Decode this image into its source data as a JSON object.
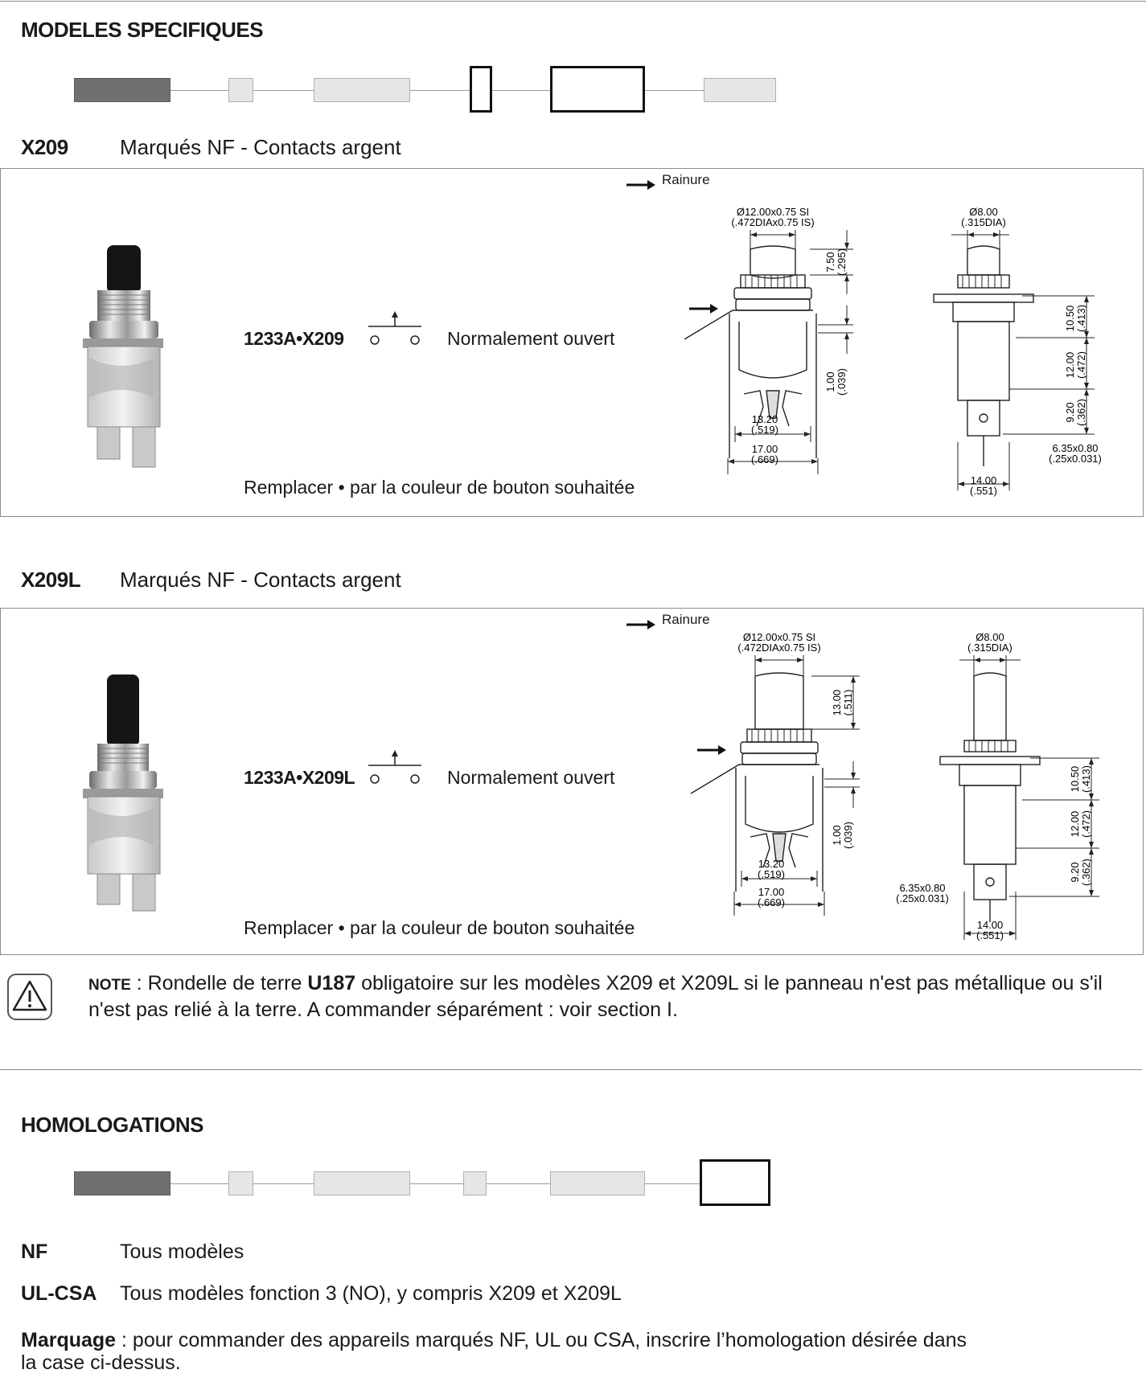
{
  "modeles": {
    "title": "MODELES SPECIFIQUES",
    "items": [
      {
        "code": "X209",
        "description": "Marqués NF - Contacts argent",
        "rainure": "Rainure",
        "reference": "1233A•X209",
        "function_label": "Normalement ouvert",
        "replace_note": "Remplacer • par la couleur de bouton souhaitée",
        "dimensions": {
          "thread": "Ø12.00x0.75 SI",
          "thread_in": "(.472DIAx0.75 IS)",
          "button_dia": "Ø8.00",
          "button_dia_in": "(.315DIA)",
          "button_height": "7.50",
          "button_height_in": "(.295)",
          "washer": "1.00",
          "washer_in": "(.039)",
          "w1": "13.20",
          "w1_in": "(.519)",
          "w2": "17.00",
          "w2_in": "(.669)",
          "h1": "10.50",
          "h1_in": "(.413)",
          "h2": "12.00",
          "h2_in": "(.472)",
          "h3": "9.20",
          "h3_in": "(.362)",
          "tab": "6.35x0.80",
          "tab_in": "(.25x0.031)",
          "w3": "14.00",
          "w3_in": "(.551)"
        }
      },
      {
        "code": "X209L",
        "description": "Marqués NF - Contacts argent",
        "rainure": "Rainure",
        "reference": "1233A•X209L",
        "function_label": "Normalement ouvert",
        "replace_note": "Remplacer • par la couleur de bouton souhaitée",
        "dimensions": {
          "thread": "Ø12.00x0.75 SI",
          "thread_in": "(.472DIAx0.75 IS)",
          "button_dia": "Ø8.00",
          "button_dia_in": "(.315DIA)",
          "button_height": "13.00",
          "button_height_in": "(.511)",
          "washer": "1.00",
          "washer_in": "(.039)",
          "w1": "13.20",
          "w1_in": "(.519)",
          "w2": "17.00",
          "w2_in": "(.669)",
          "h1": "10.50",
          "h1_in": "(.413)",
          "h2": "12.00",
          "h2_in": "(.472)",
          "h3": "9.20",
          "h3_in": "(.362)",
          "tab": "6.35x0.80",
          "tab_in": "(.25x0.031)",
          "w3": "14.00",
          "w3_in": "(.551)"
        }
      }
    ]
  },
  "note": {
    "label": "NOTE",
    "sep": " : Rondelle de terre ",
    "bold_ref": "U187",
    "text": " obligatoire sur les modèles X209 et X209L si le panneau n'est pas métallique ou s'il n'est pas relié à la terre. A commander séparément : voir section I.",
    "icon": "warning-triangle-icon"
  },
  "homologations": {
    "title": "HOMOLOGATIONS",
    "rows": [
      {
        "key": "NF",
        "value": "Tous modèles"
      },
      {
        "key": "UL-CSA",
        "value": "Tous modèles fonction 3 (NO), y compris X209 et X209L"
      }
    ],
    "marquage_label": "Marquage",
    "marquage_text": " : pour commander des appareils marqués NF, UL ou CSA, inscrire l’homologation désirée dans la case ci-dessus."
  }
}
